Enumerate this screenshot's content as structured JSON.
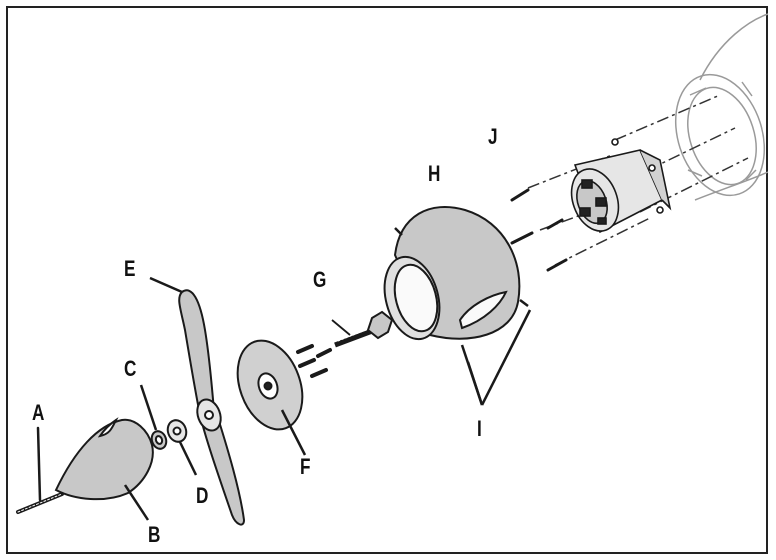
{
  "labels": {
    "a": "A",
    "b": "B",
    "c": "C",
    "d": "D",
    "e": "E",
    "f": "F",
    "g": "G",
    "h": "H",
    "i": "I",
    "j": "J"
  },
  "colors": {
    "stroke": "#1a1a1a",
    "fill_gray": "#c8c8c8",
    "fill_light": "#e6e6e6",
    "faint": "#9a9a9a"
  }
}
